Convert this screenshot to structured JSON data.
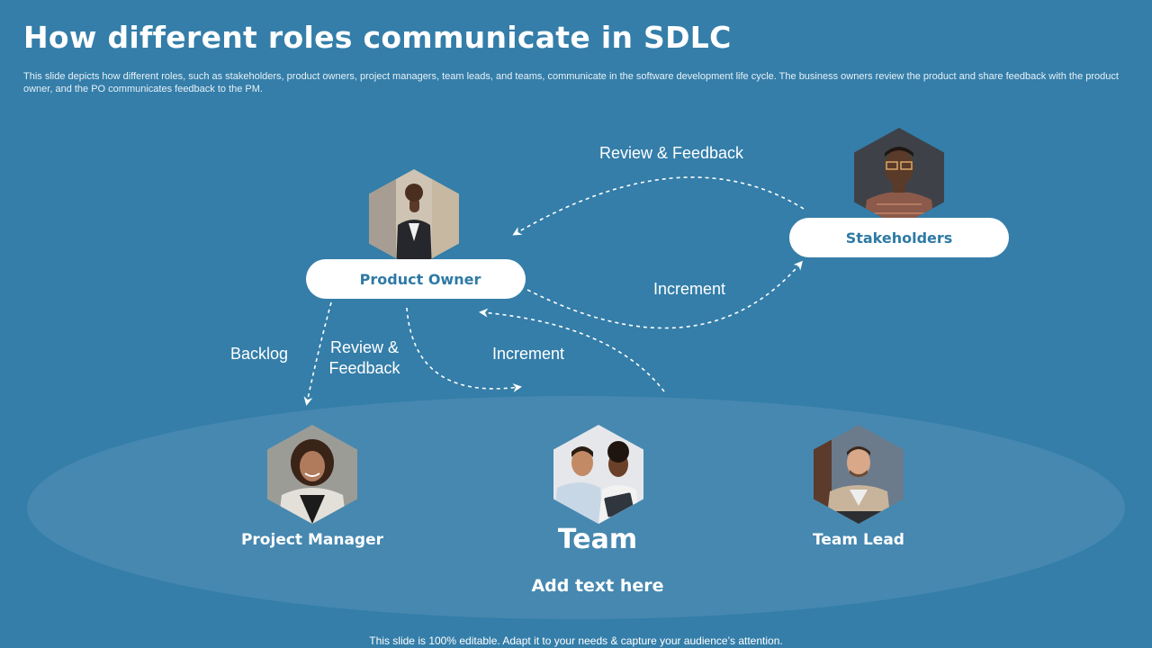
{
  "title": "How different roles communicate in SDLC",
  "description": "This slide depicts how different roles, such as stakeholders, product owners, project managers, team leads, and teams, communicate in the software development life cycle. The business owners review the product and share feedback with the product owner, and the PO communicates feedback to the PM.",
  "roles": {
    "product_owner": "Product Owner",
    "stakeholders": "Stakeholders",
    "project_manager": "Project Manager",
    "team": "Team",
    "team_lead": "Team Lead"
  },
  "flows": {
    "review_feedback_top": "Review & Feedback",
    "increment_right": "Increment",
    "backlog": "Backlog",
    "review_feedback_left_line1": "Review &",
    "review_feedback_left_line2": "Feedback",
    "increment_center": "Increment"
  },
  "team_area": {
    "placeholder": "Add text here"
  },
  "footer": "This slide is 100% editable. Adapt it to your needs & capture your audience’s attention.",
  "colors": {
    "background": "#347ea9",
    "ellipse": "#4688b0",
    "pill": "#ffffff",
    "pill_text": "#2f7aa5"
  }
}
